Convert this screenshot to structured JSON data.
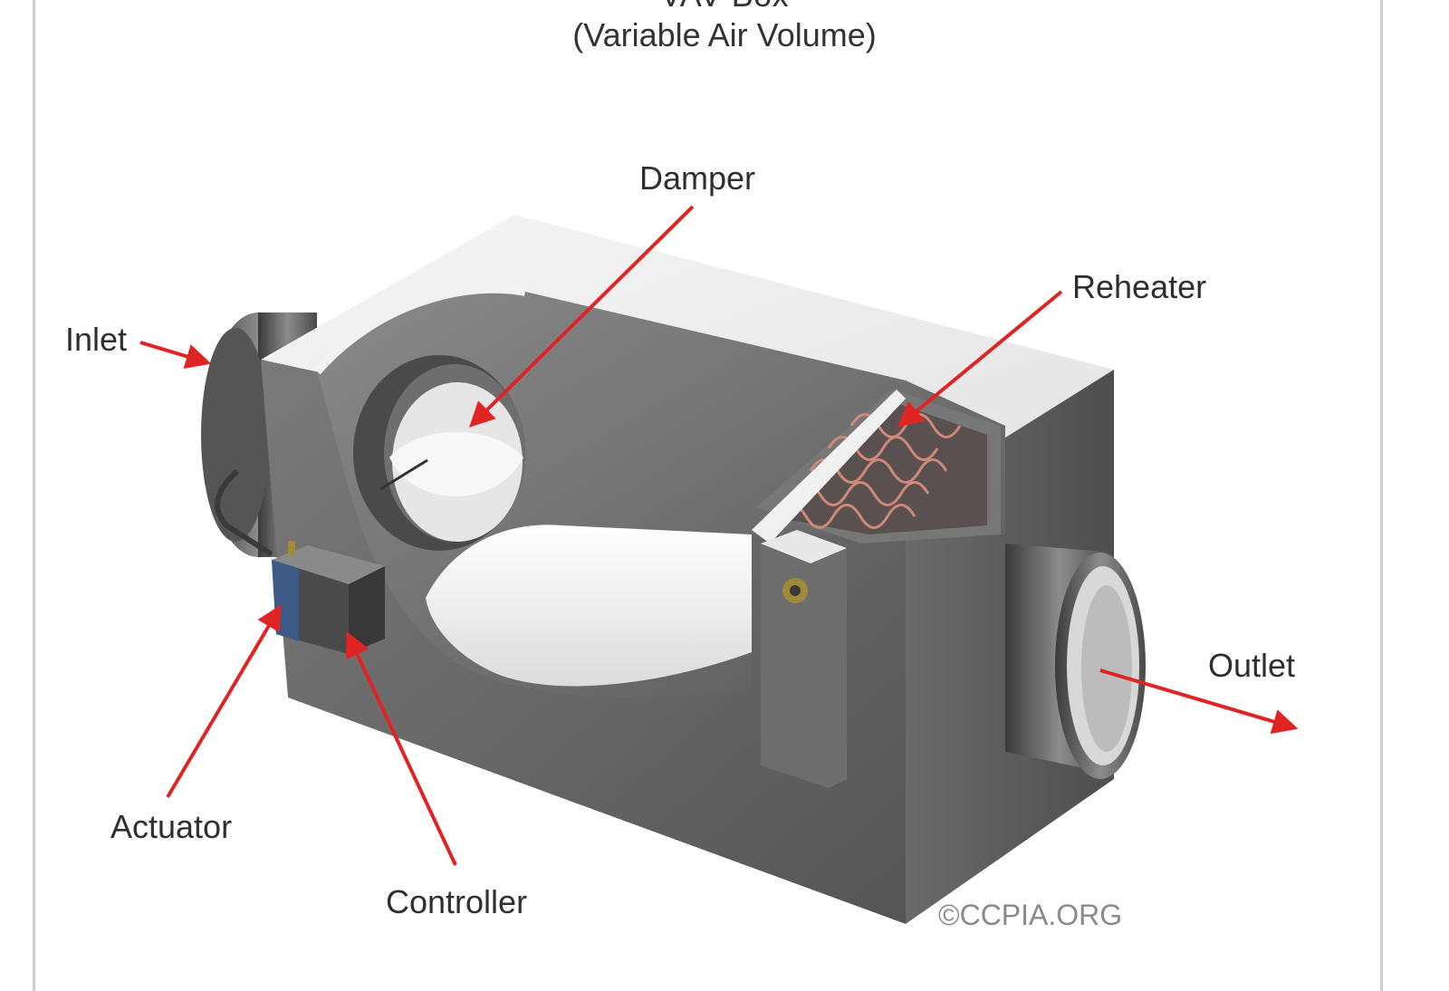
{
  "title": "VAV Box",
  "subtitle": "(Variable Air Volume)",
  "labels": {
    "damper": "Damper",
    "reheater": "Reheater",
    "inlet": "Inlet",
    "outlet": "Outlet",
    "actuator": "Actuator",
    "controller": "Controller"
  },
  "copyright": "©CCPIA.ORG",
  "colors": {
    "arrow": "#e02424",
    "box": "#6b6b6b",
    "text": "#2f2f2f"
  }
}
